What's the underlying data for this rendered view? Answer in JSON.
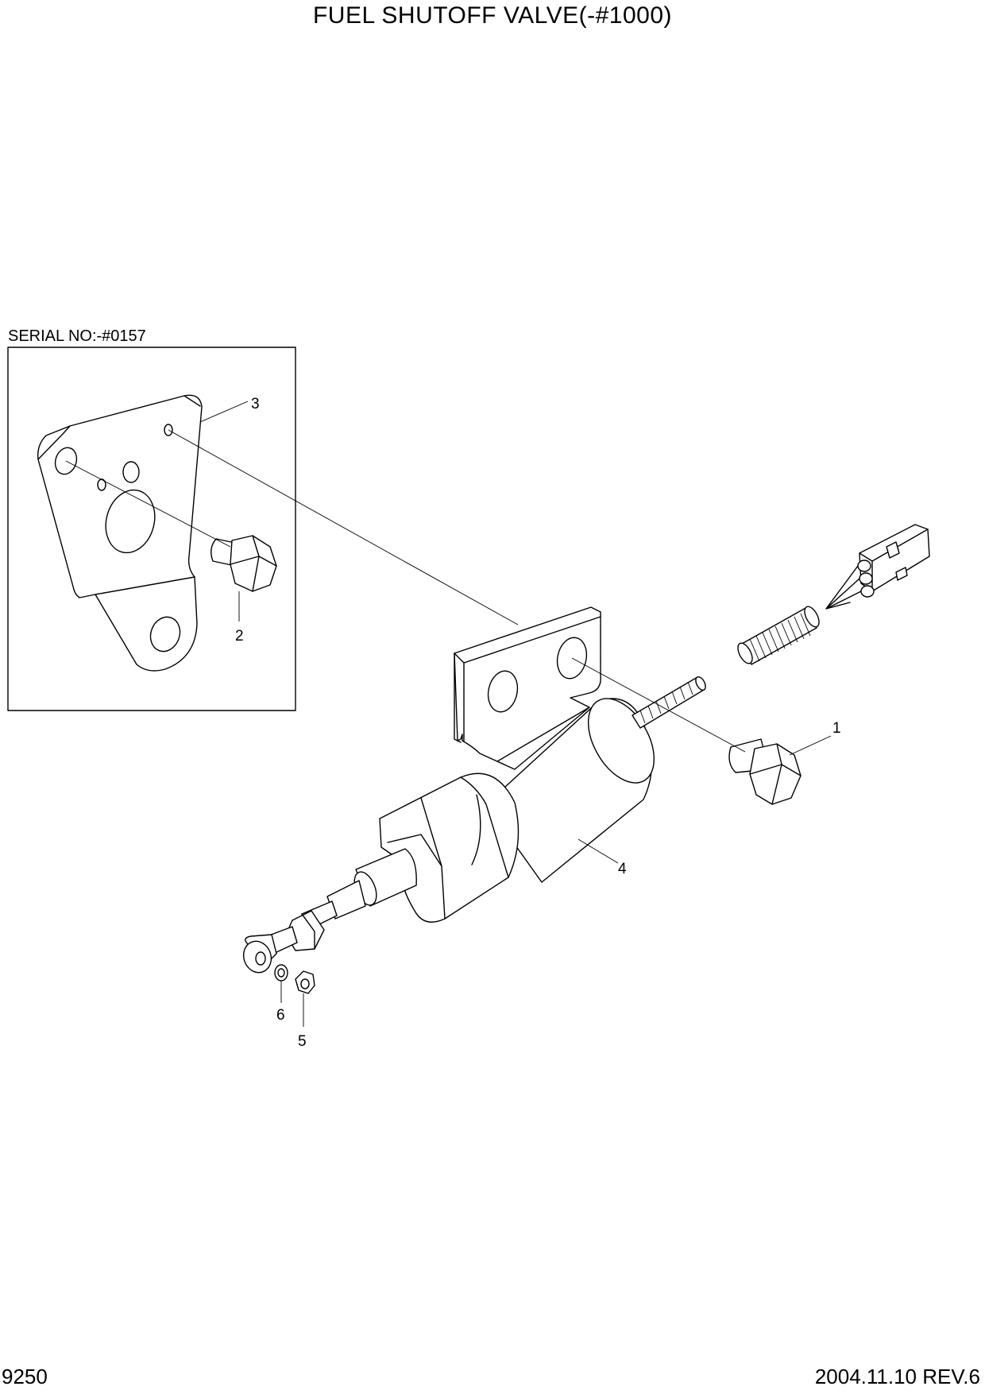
{
  "title": "FUEL SHUTOFF VALVE(-#1000)",
  "inset_label": "SERIAL NO:-#0157",
  "page_number": "9250",
  "revision": "2004.11.10  REV.6",
  "callouts": {
    "c1": "1",
    "c2": "2",
    "c3": "3",
    "c4": "4",
    "c5": "5",
    "c6": "6"
  }
}
